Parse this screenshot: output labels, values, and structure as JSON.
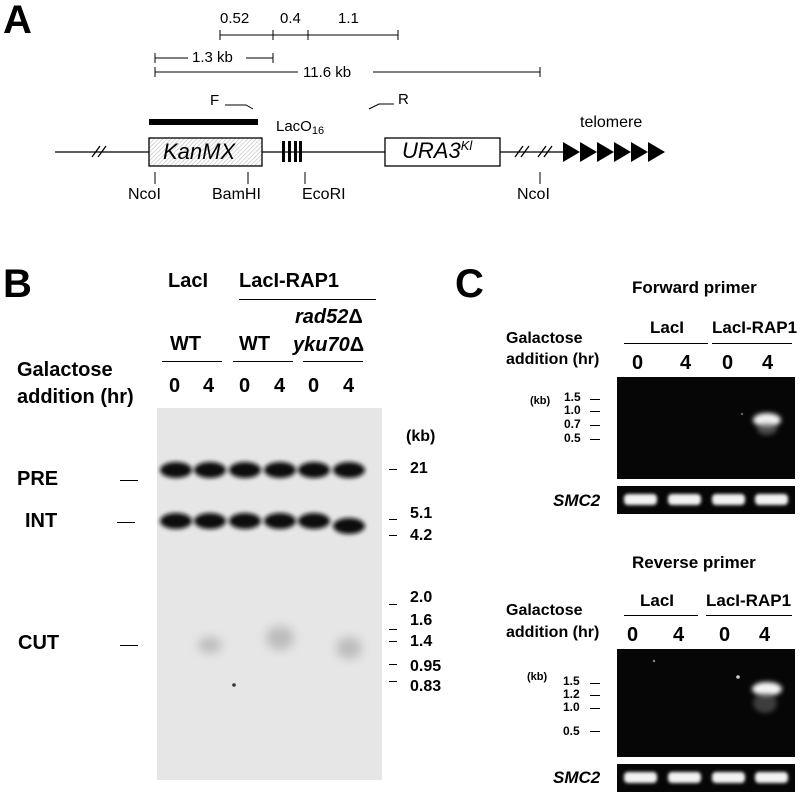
{
  "panelA": {
    "letter": "A",
    "segments": [
      "0.52",
      "0.4",
      "1.1"
    ],
    "span_1": "1.3 kb",
    "span_2": "11.6 kb",
    "primer_f": "F",
    "primer_r": "R",
    "kanmx": "KanMX",
    "laco_base": "LacO",
    "laco_sub": "16",
    "ura3_base": "URA3",
    "ura3_sup": "Kl",
    "telomere": "telomere",
    "sites": [
      "NcoI",
      "BamHI",
      "EcoRI",
      "NcoI"
    ]
  },
  "panelB": {
    "letter": "B",
    "group_laci": "LacI",
    "group_lacirap1": "LacI-RAP1",
    "wt_1": "WT",
    "wt_2": "WT",
    "mut_1": "rad52",
    "mut_2": "yku70",
    "delta": "Δ",
    "galactose_1": "Galactose",
    "galactose_2": "addition (hr)",
    "times": [
      "0",
      "4",
      "0",
      "4",
      "0",
      "4"
    ],
    "bands": [
      "PRE",
      "INT",
      "CUT"
    ],
    "kb_title": "(kb)",
    "markers": [
      "21",
      "5.1",
      "4.2",
      "2.0",
      "1.6",
      "1.4",
      "0.95",
      "0.83"
    ]
  },
  "panelC": {
    "letter": "C",
    "forward": {
      "title": "Forward primer",
      "galactose_1": "Galactose",
      "galactose_2": "addition (hr)",
      "group_laci": "LacI",
      "group_lacirap1": "LacI-RAP1",
      "times": [
        "0",
        "4",
        "0",
        "4"
      ],
      "kb_title": "(kb)",
      "markers": [
        "1.5",
        "1.0",
        "0.7",
        "0.5"
      ],
      "smc2": "SMC2"
    },
    "reverse": {
      "title": "Reverse primer",
      "galactose_1": "Galactose",
      "galactose_2": "addition (hr)",
      "group_laci": "LacI",
      "group_lacirap1": "LacI-RAP1",
      "times": [
        "0",
        "4",
        "0",
        "4"
      ],
      "kb_title": "(kb)",
      "markers": [
        "1.5",
        "1.2",
        "1.0",
        "0.5"
      ],
      "smc2": "SMC2"
    }
  }
}
